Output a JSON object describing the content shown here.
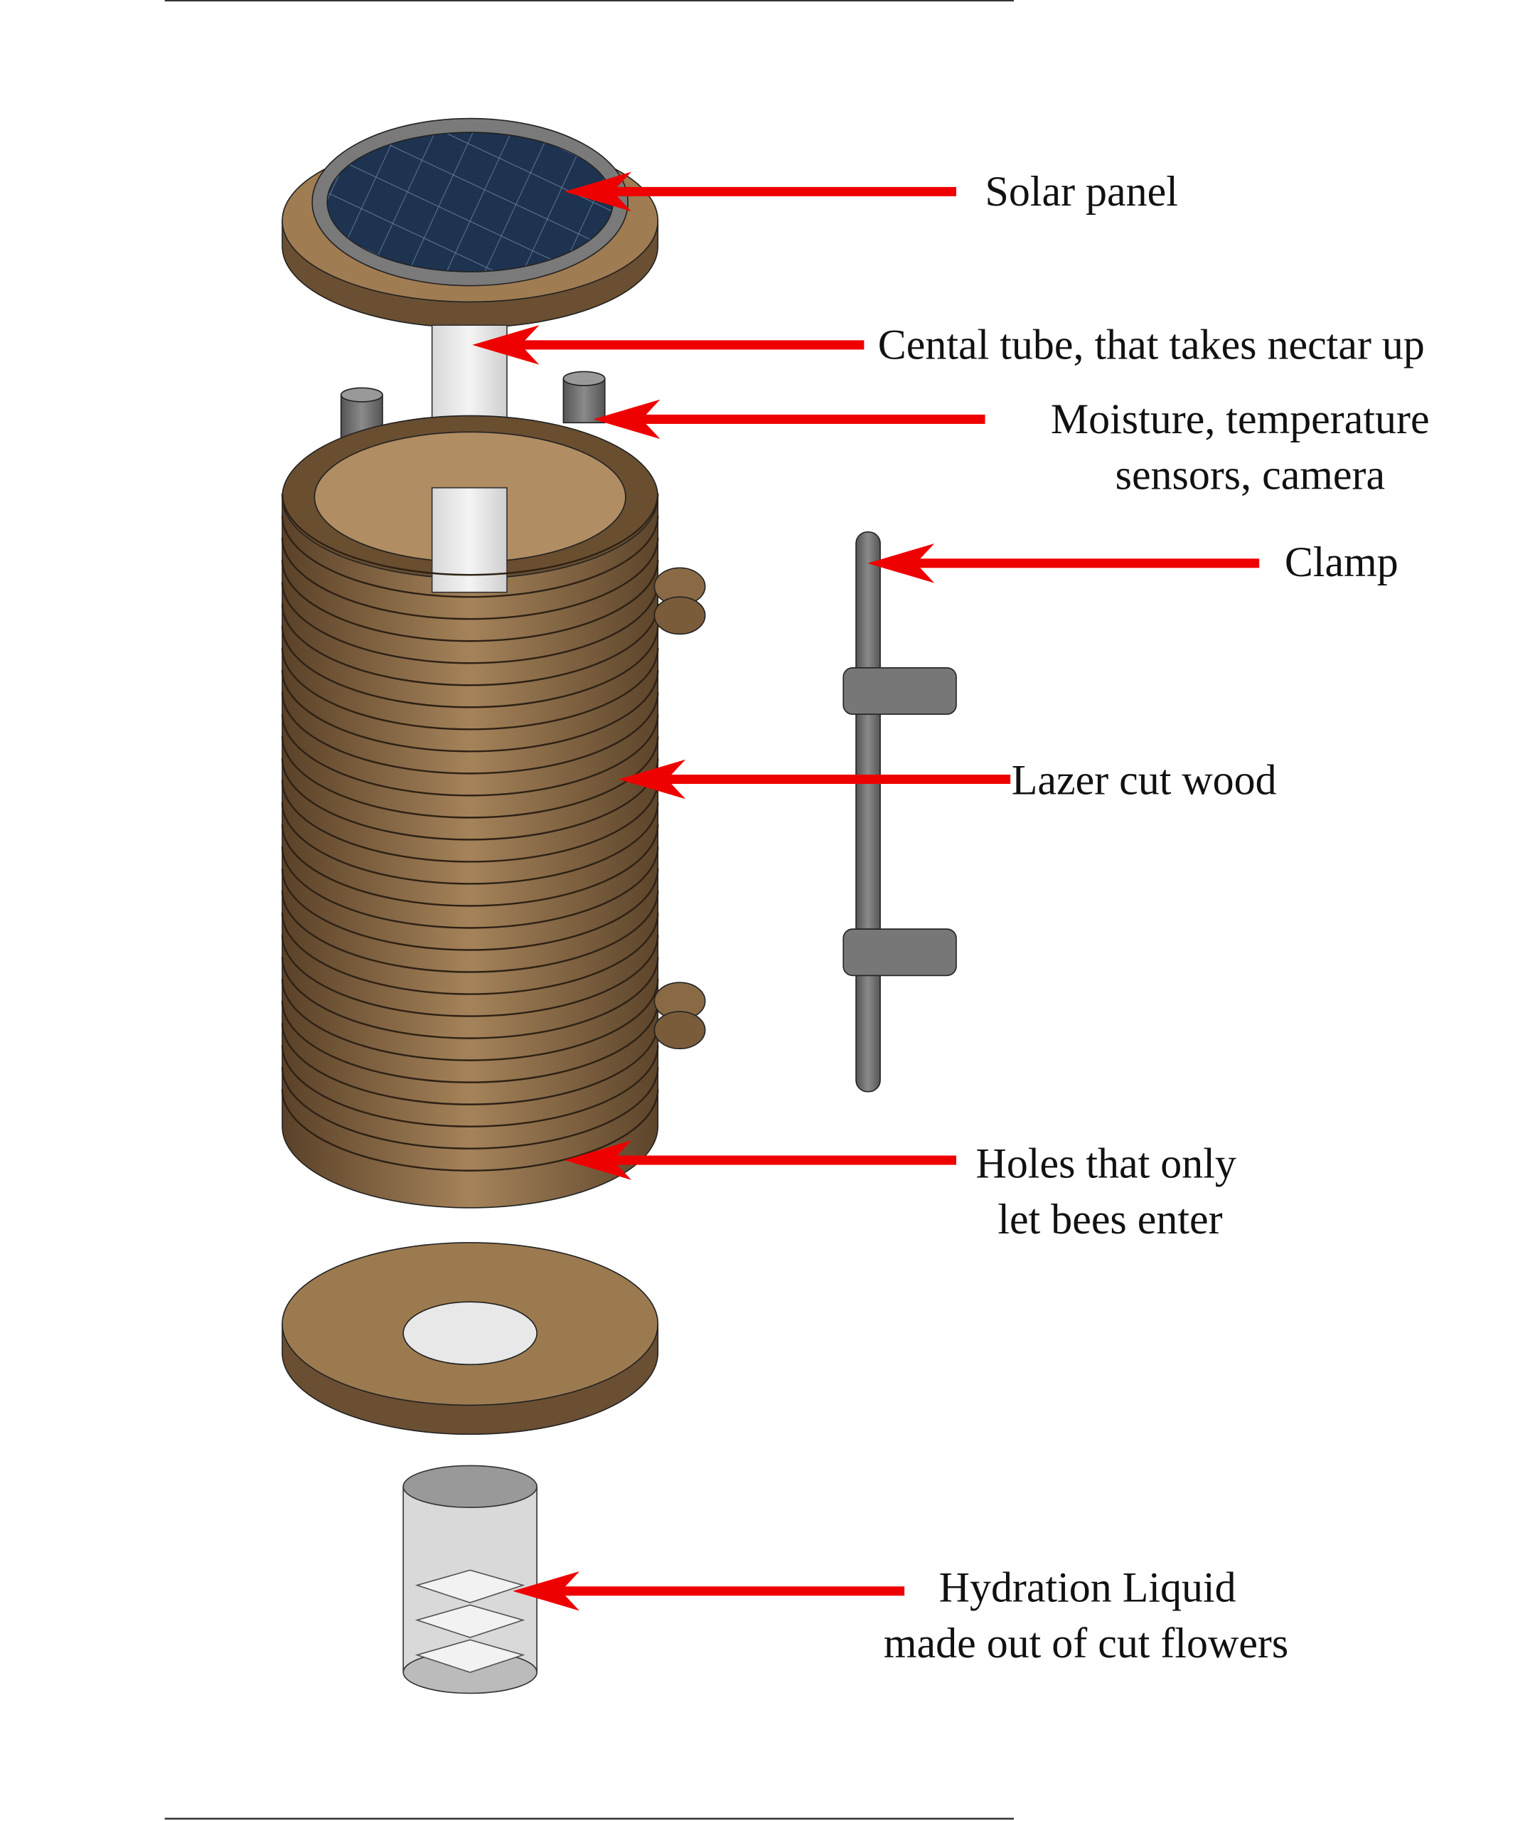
{
  "colors": {
    "arrow": "#ee0000",
    "wood": "#8a6a45",
    "wood_dark": "#4f3a24",
    "solar": "#1c2f4a",
    "metal": "#6b6b6b"
  },
  "labels": {
    "solar_panel": "Solar panel",
    "central_tube": "Cental tube, that takes nectar up",
    "sensors_line1": "Moisture, temperature",
    "sensors_line2": "sensors, camera",
    "clamp": "Clamp",
    "wood": "Lazer cut wood",
    "holes_line1": "Holes that only",
    "holes_line2": "let bees enter",
    "hydration_line1": "Hydration Liquid",
    "hydration_line2": "made out of cut flowers"
  }
}
